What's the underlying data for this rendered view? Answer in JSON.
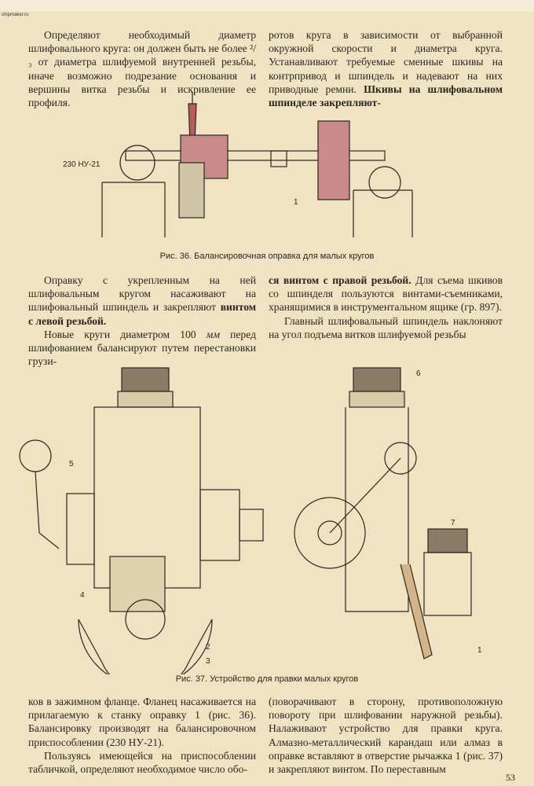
{
  "watermark": "chipmaker.ru",
  "top": {
    "left": [
      "Определяют необходимый диаметр шлифовального круга: он должен быть не более ²/₃ от диаметра шлифуемой внутренней резьбы, иначе возможно подрезание основания и вершины витка резьбы и искривление ее профиля."
    ],
    "right_a": "ротов круга в зависимости от выбранной окружной скорости и диаметра круга. Устанавливают требуемые сменные шкивы на контрпривод и шпиндель и надевают на них приводные ремни. ",
    "right_b": "Шкивы на шлифовальном шпинделе закрепляют-"
  },
  "fig36": {
    "caption": "Рис. 36. Балансировочная оправка для малых кругов",
    "labels": [
      "230 НУ-21",
      "1"
    ]
  },
  "middle": {
    "left_p1a": "Оправку с укрепленным на ней шлифовальным кругом насаживают на шлифовальный шпиндель и закрепляют ",
    "left_p1b": "винтом с левой резьбой.",
    "left_p2a": "Новые круги диаметром 100 ",
    "left_p2unit": "мм",
    "left_p2b": " перед шлифованием балансируют путем перестановки грузи-",
    "right_p1a": "ся винтом с правой резьбой.",
    "right_p1b": " Для съема шкивов со шпинделя пользуются винтами-съемниками, хранящимися в инструментальном ящике (гр. 897).",
    "right_p2": "Главный шлифовальный шпиндель наклоняют на угол подъема витков шлифуемой резьбы"
  },
  "fig37": {
    "caption": "Рис. 37. Устройство для правки малых кругов",
    "labels": [
      "5",
      "4",
      "2",
      "3",
      "6",
      "7",
      "1"
    ]
  },
  "bottom": {
    "left_p1": "ков в зажимном фланце. Фланец насаживается на прилагаемую к станку оправку 1 (рис. 36). Балансировку производят на балансировочном приспособлении (230 НУ-21).",
    "left_p2": "Пользуясь имеющейся на приспособлении табличкой, определяют необходимое число обо-",
    "right_p1": "(поворачивают в сторону, противоположную повороту при шлифовании наружной резьбы). Налаживают устройство для правки круга. Алмазно-металлический карандаш или алмаз в оправке вставляют в отверстие рычажка 1 (рис. 37) и закрепляют винтом. По переставным"
  },
  "page_number": "53"
}
